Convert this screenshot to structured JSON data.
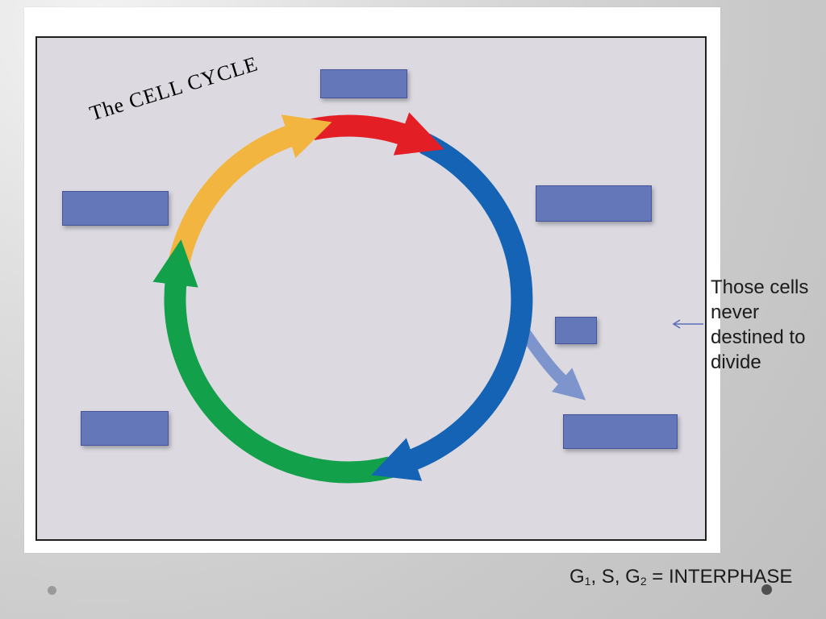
{
  "slide": {
    "title": "The CELL CYCLE",
    "note_lines": [
      "Those cells",
      "never",
      "destined to",
      "divide"
    ],
    "footer": {
      "part1": "G",
      "sub1": "1",
      "part2": ", S, G",
      "sub2": "2",
      "part3": " = INTERPHASE"
    }
  },
  "diagram": {
    "colors": {
      "yellow_arc": "#F2B540",
      "red_arc": "#E31E25",
      "blue_arc": "#1563B5",
      "green_arc": "#13A04A",
      "exit_arrow": "#7D95CC",
      "note_arrow": "#5B6FB8",
      "label_box_fill": "#6478B9",
      "label_box_border": "#45549A",
      "diagram_background": "#DCDAE0"
    },
    "label_boxes": [
      {
        "name": "top-center"
      },
      {
        "name": "upper-left"
      },
      {
        "name": "upper-right"
      },
      {
        "name": "middle-right-small"
      },
      {
        "name": "lower-left"
      },
      {
        "name": "lower-right"
      }
    ]
  }
}
